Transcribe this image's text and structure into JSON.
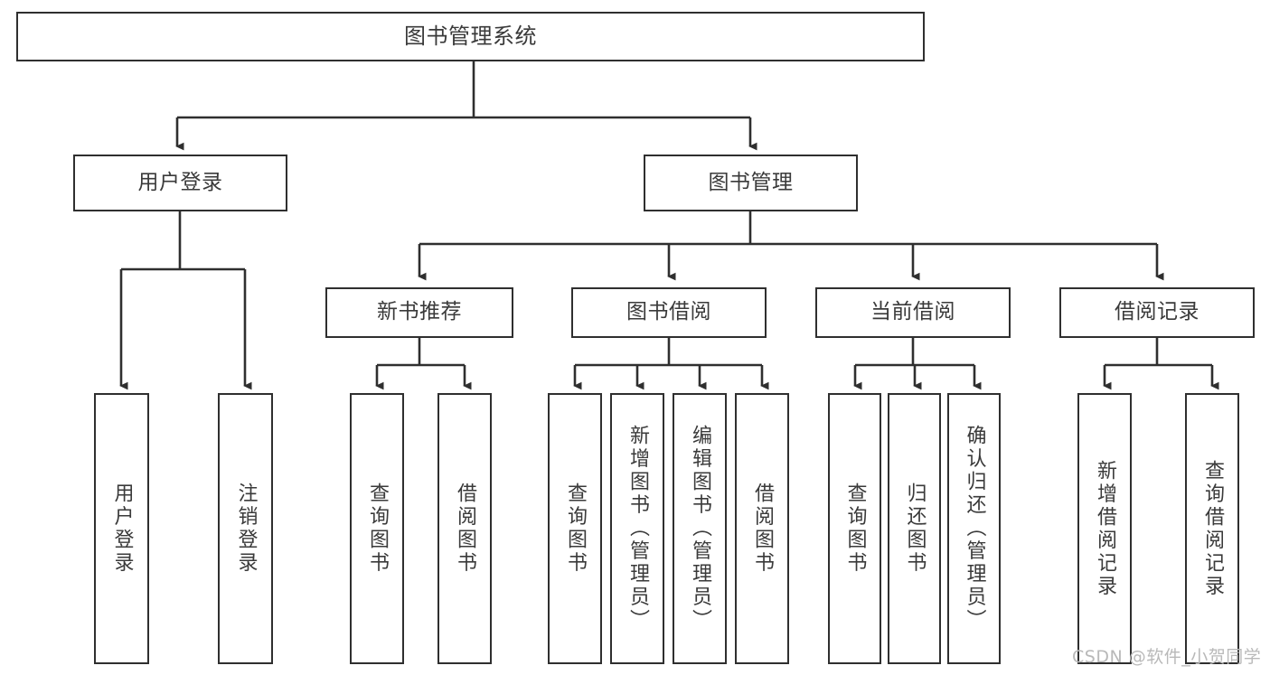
{
  "diagram": {
    "title": "图书管理系统",
    "type": "tree-hierarchy",
    "watermark": "CSDN @软件_小贺同学",
    "colors": {
      "stroke": "#2f2f2f",
      "box_fill": "#ffffff",
      "text": "#3a3a3a",
      "background": "#ffffff",
      "watermark": "#b9b9b9"
    },
    "root": {
      "label": "图书管理系统"
    },
    "level2": [
      {
        "label": "用户登录"
      },
      {
        "label": "图书管理"
      }
    ],
    "level3": [
      {
        "label": "新书推荐"
      },
      {
        "label": "图书借阅"
      },
      {
        "label": "当前借阅"
      },
      {
        "label": "借阅记录"
      }
    ],
    "leaves": {
      "user_login": [
        {
          "label": "用户登录"
        },
        {
          "label": "注销登录"
        }
      ],
      "new_book_recommend": [
        {
          "label": "查询图书"
        },
        {
          "label": "借阅图书"
        }
      ],
      "book_borrow": [
        {
          "label": "查询图书"
        },
        {
          "label": "新增图书（管理员）"
        },
        {
          "label": "编辑图书（管理员）"
        },
        {
          "label": "借阅图书"
        }
      ],
      "current_borrow": [
        {
          "label": "查询图书"
        },
        {
          "label": "归还图书"
        },
        {
          "label": "确认归还（管理员）"
        }
      ],
      "borrow_record": [
        {
          "label": "新增借阅记录"
        },
        {
          "label": "查询借阅记录"
        }
      ]
    }
  }
}
